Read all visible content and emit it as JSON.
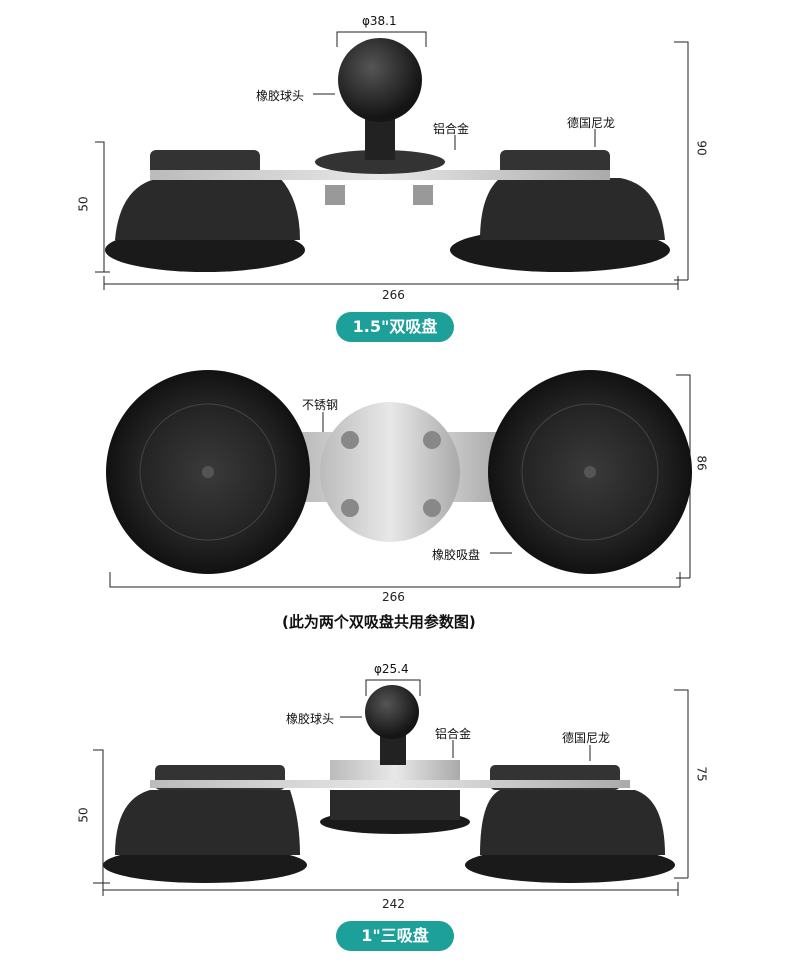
{
  "section1": {
    "ball_diameter": "φ38.1",
    "label_ball": "橡胶球头",
    "label_alloy": "铝合金",
    "label_nylon": "德国尼龙",
    "height_left": "50",
    "height_right": "90",
    "width": "266",
    "badge": "1.5\"双吸盘"
  },
  "section2": {
    "label_steel": "不锈钢",
    "label_cup": "橡胶吸盘",
    "height_right": "86",
    "width": "266",
    "note": "(此为两个双吸盘共用参数图)"
  },
  "section3": {
    "ball_diameter": "φ25.4",
    "label_ball": "橡胶球头",
    "label_alloy": "铝合金",
    "label_nylon": "德国尼龙",
    "height_left": "50",
    "height_right": "75",
    "width": "242",
    "badge": "1\"三吸盘"
  },
  "colors": {
    "badge": "#1d9f9a"
  }
}
